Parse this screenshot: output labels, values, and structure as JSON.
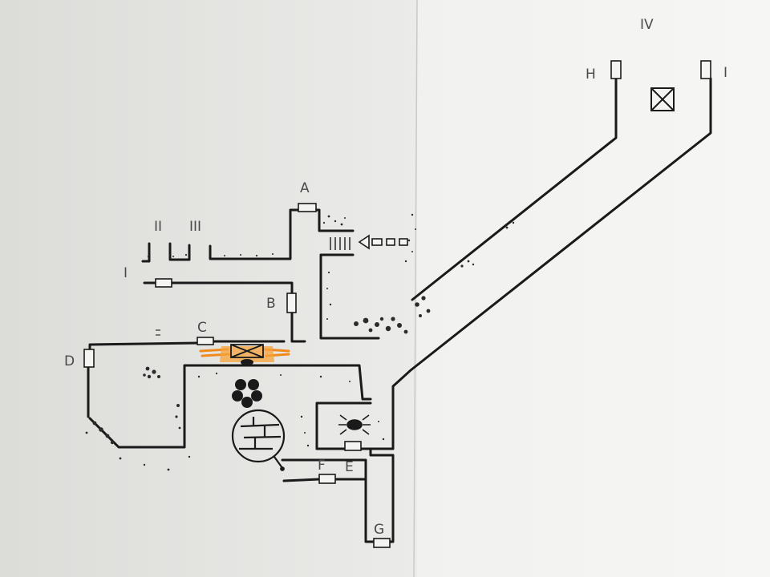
{
  "map": {
    "room_numerals": [
      {
        "id": "room-1",
        "text": "I"
      },
      {
        "id": "room-2",
        "text": "II"
      },
      {
        "id": "room-3",
        "text": "III"
      },
      {
        "id": "room-4",
        "text": "IV"
      }
    ],
    "door_letters": [
      {
        "id": "door-a",
        "text": "A"
      },
      {
        "id": "door-b",
        "text": "B"
      },
      {
        "id": "door-c",
        "text": "C"
      },
      {
        "id": "door-d",
        "text": "D"
      },
      {
        "id": "door-e",
        "text": "E"
      },
      {
        "id": "door-f",
        "text": "F"
      },
      {
        "id": "door-g",
        "text": "G"
      },
      {
        "id": "door-h",
        "text": "H"
      },
      {
        "id": "door-i",
        "text": "I"
      }
    ],
    "colors": {
      "ink": "#1a1a1a",
      "pencil": "#4a4a4a",
      "paper_left": "#e8e8e6",
      "paper_right": "#f3f3f1",
      "fire": "#f08a1c"
    },
    "symbols": [
      "fire-trap-symbol",
      "crate-symbol",
      "flower-symbol",
      "well-symbol",
      "spider-symbol",
      "entrance-arrow-symbol",
      "rubble-pile-symbol"
    ]
  }
}
